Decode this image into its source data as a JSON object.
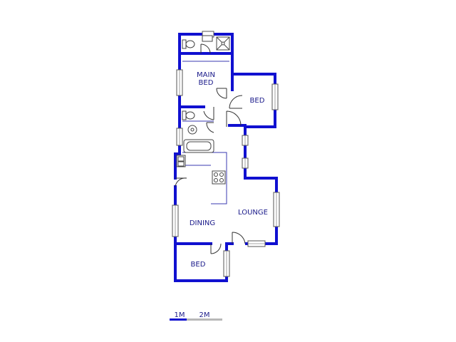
{
  "rooms": {
    "main_bed_line1": "MAIN",
    "main_bed_line2": "BED",
    "bed_right": "BED",
    "lounge": "LOUNGE",
    "dining": "DINING",
    "bed_bottom": "BED"
  },
  "scale_bar": {
    "label_1": "1M",
    "label_2": "2M"
  },
  "colors": {
    "wall": "#1010d0",
    "thin_line": "#3a3ab0",
    "fixture": "#444444",
    "window": "#9aa0a0",
    "label": "#1a1a8a",
    "scale_grey": "#b8b8b8"
  }
}
